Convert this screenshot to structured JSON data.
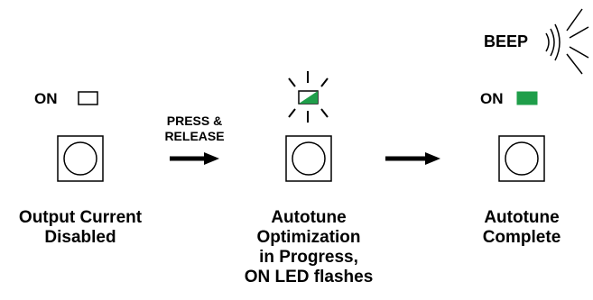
{
  "stages": [
    {
      "led_label": "ON",
      "led_state": "off",
      "caption_lines": [
        "Output Current",
        "Disabled"
      ]
    },
    {
      "led_label": "",
      "led_state": "flashing",
      "caption_lines": [
        "Autotune",
        "Optimization",
        "in Progress,",
        "ON LED flashes"
      ]
    },
    {
      "led_label": "ON",
      "led_state": "on",
      "caption_lines": [
        "Autotune",
        "Complete"
      ]
    }
  ],
  "transition": {
    "label_lines": [
      "PRESS &",
      "RELEASE"
    ]
  },
  "beep": {
    "label": "BEEP"
  },
  "colors": {
    "led_on": "#1f9e4a",
    "stroke": "#000000"
  },
  "icons": [
    "button-icon",
    "led-indicator-icon",
    "flashing-led-icon",
    "sound-waves-icon",
    "arrow-right-icon"
  ]
}
